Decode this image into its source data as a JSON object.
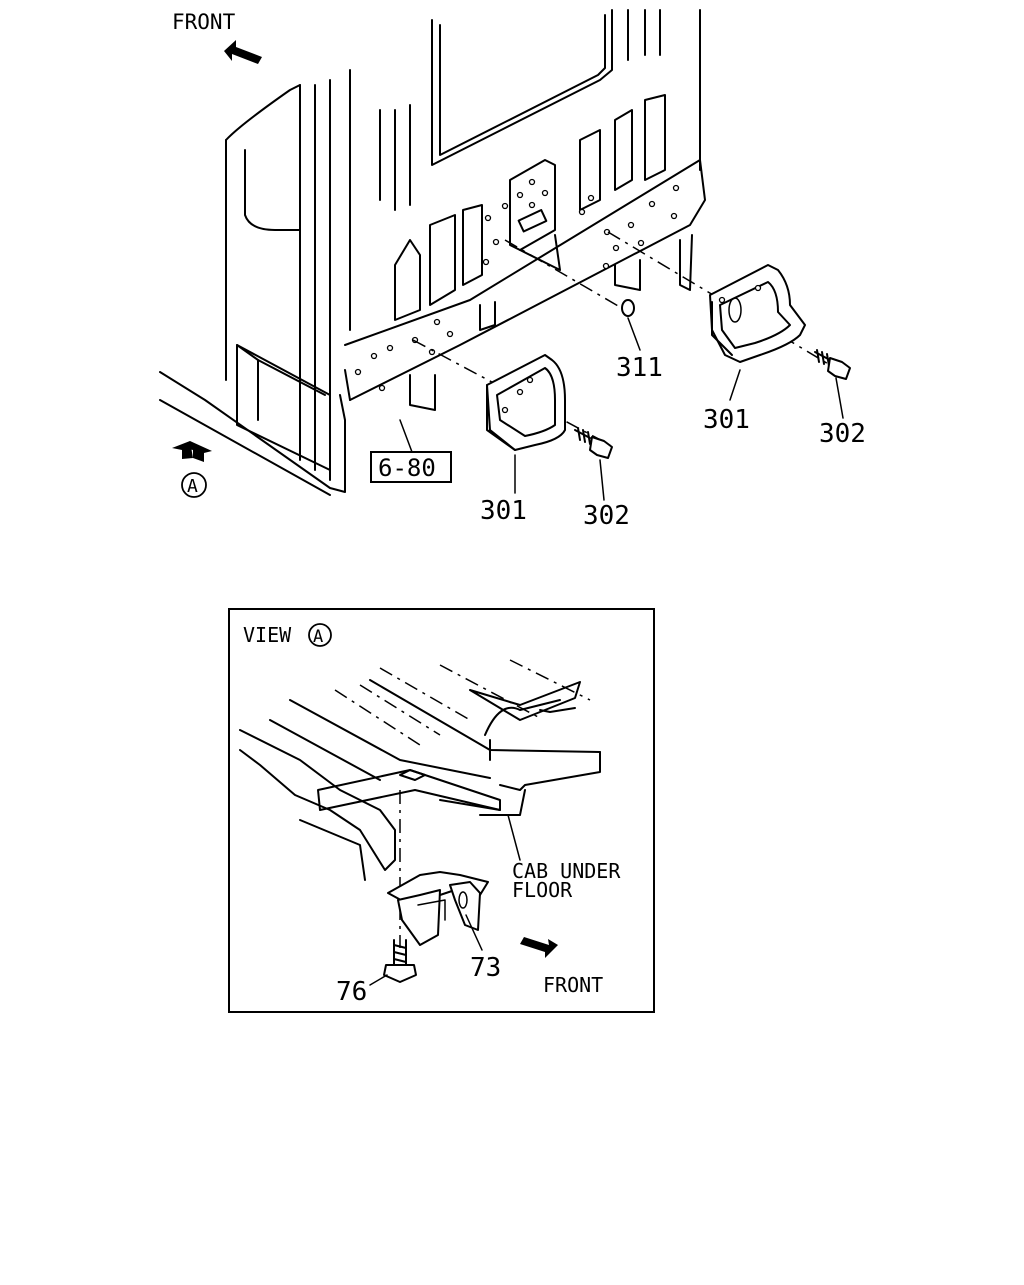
{
  "main_view": {
    "front_label": "FRONT",
    "view_marker": "A",
    "ref_box": "6-80",
    "callouts": {
      "bracket_right": "301",
      "bracket_left": "301",
      "bolt_right": "302",
      "bolt_left": "302",
      "washer": "311"
    }
  },
  "detail_view": {
    "view_title": "VIEW",
    "view_marker": "A",
    "floor_label_line1": "CAB UNDER",
    "floor_label_line2": "FLOOR",
    "front_label": "FRONT",
    "callouts": {
      "bracket": "73",
      "bolt": "76"
    }
  }
}
